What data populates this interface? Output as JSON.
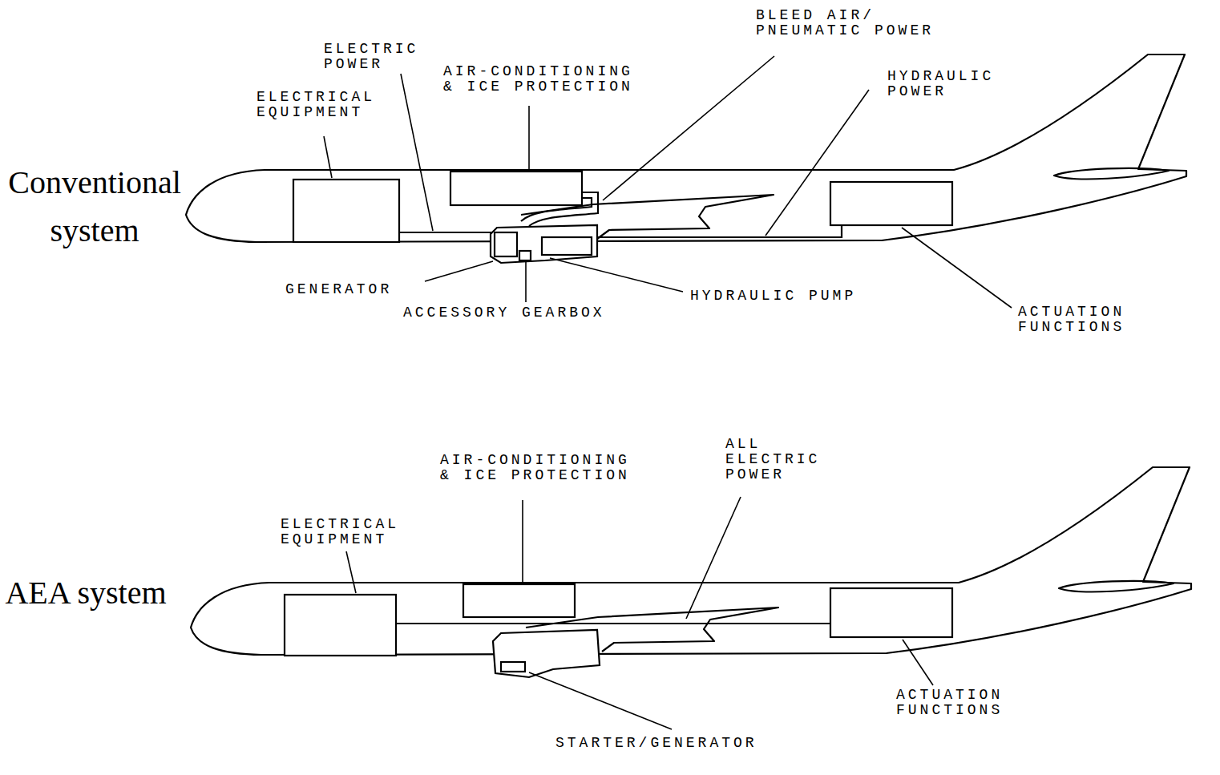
{
  "diagram": {
    "labels": [
      "BLEED AIR/ PNEUMATIC POWER",
      "ELECTRIC POWER",
      "AIR-CONDITIONING & ICE PROTECTION",
      "HYDRAULIC POWER",
      "ELECTRICAL EQUIPMENT",
      "Conventional system",
      "GENERATOR",
      "HYDRAULIC PUMP",
      "ACCESSORY GEARBOX",
      "ACTUATION FUNCTIONS",
      "ALL ELECTRIC POWER",
      "AIR-CONDITIONING & ICE PROTECTION",
      "ELECTRICAL EQUIPMENT",
      "AEA system",
      "STARTER/GENERATOR",
      "ACTUATION FUNCTIONS"
    ]
  }
}
